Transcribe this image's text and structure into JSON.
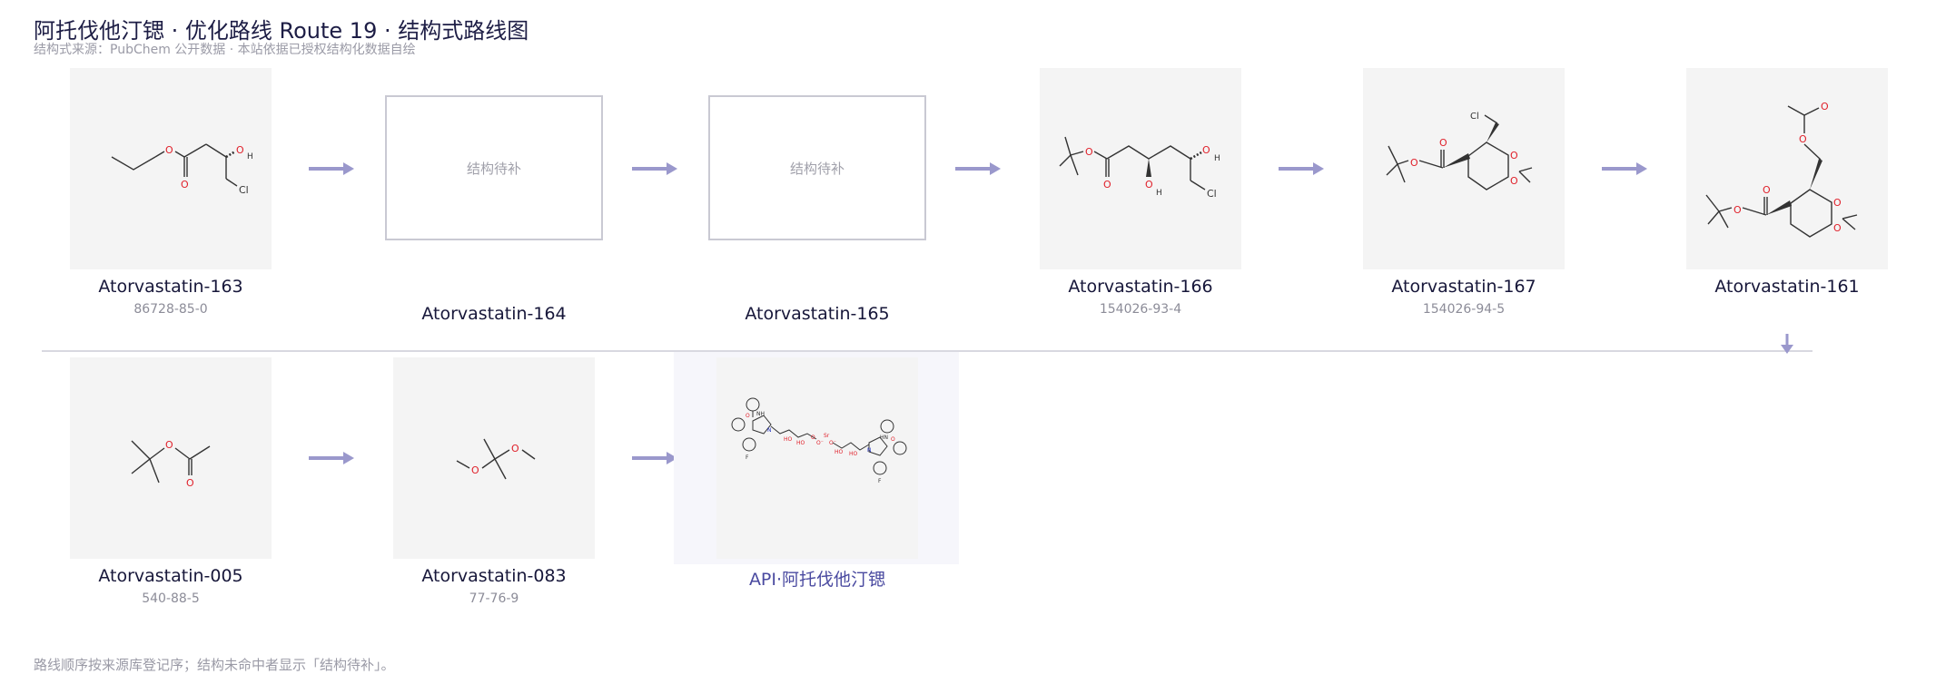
{
  "header": {
    "title": "阿托伐他汀锶 · 优化路线 Route 19 · 结构式路线图",
    "subtitle": "结构式来源：PubChem 公开数据 · 本站依据已授权结构化数据自绘"
  },
  "placeholder_label": "结构待补",
  "nodes": [
    {
      "name": "Atorvastatin-163",
      "cas": "86728-85-0"
    },
    {
      "name": "Atorvastatin-164",
      "cas": ""
    },
    {
      "name": "Atorvastatin-165",
      "cas": ""
    },
    {
      "name": "Atorvastatin-166",
      "cas": "154026-93-4"
    },
    {
      "name": "Atorvastatin-167",
      "cas": "154026-94-5"
    },
    {
      "name": "Atorvastatin-161",
      "cas": ""
    },
    {
      "name": "Atorvastatin-005",
      "cas": "540-88-5"
    },
    {
      "name": "Atorvastatin-083",
      "cas": "77-76-9"
    },
    {
      "name": "API·阿托伐他汀锶",
      "cas": ""
    }
  ],
  "footer": "路线顺序按来源库登记序；结构未命中者显示「结构待补」。",
  "colors": {
    "arrow": "#9a98cc",
    "heteroatom_o": "#e0202a",
    "bond": "#333333"
  }
}
